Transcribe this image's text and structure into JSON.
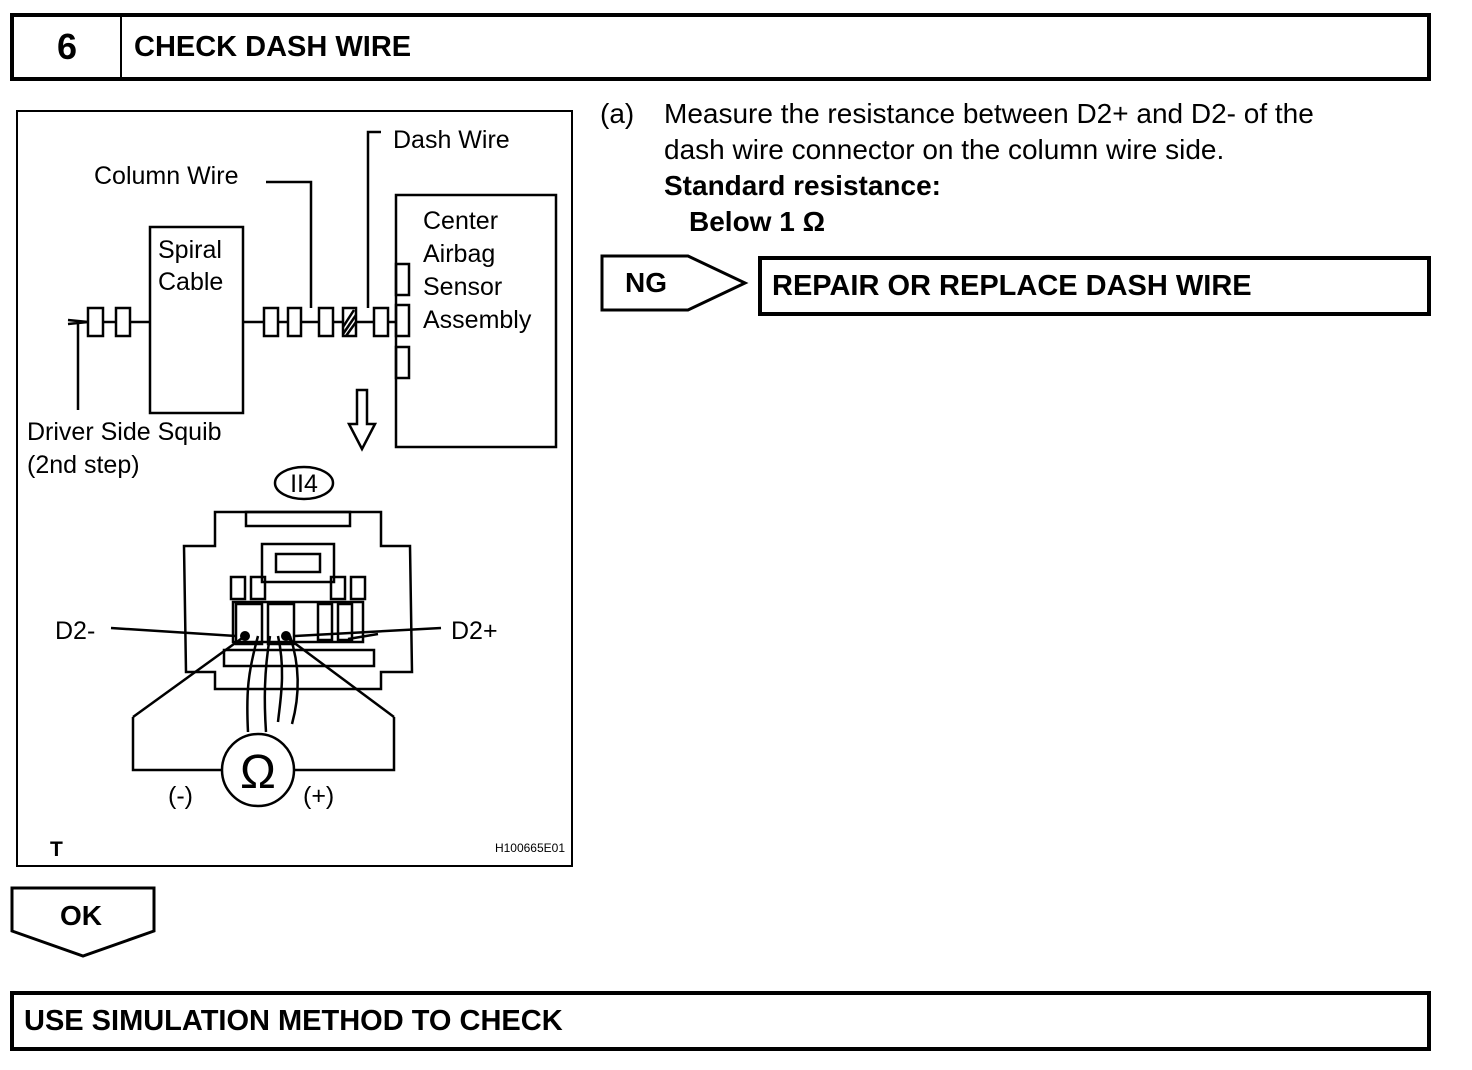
{
  "header": {
    "step_number": "6",
    "title": "CHECK DASH WIRE"
  },
  "figure": {
    "labels": {
      "dash_wire": "Dash Wire",
      "column_wire": "Column Wire",
      "spiral_cable_1": "Spiral",
      "spiral_cable_2": "Cable",
      "center_1": "Center",
      "center_2": "Airbag",
      "center_3": "Sensor",
      "center_4": "Assembly",
      "driver_squib_1": "Driver Side Squib",
      "driver_squib_2": "(2nd step)",
      "connector_id": "II4",
      "d2_minus": "D2-",
      "d2_plus": "D2+",
      "minus": "(-)",
      "plus": "(+)",
      "ohm": "Ω",
      "corner_t": "T",
      "figure_code": "H100665E01"
    }
  },
  "instructions": {
    "step_label": "(a)",
    "line1": "Measure the resistance between D2+ and D2- of the",
    "line2": "dash wire connector on the column wire side.",
    "std_label": "Standard resistance:",
    "std_value": "Below 1 Ω"
  },
  "ng_branch": {
    "label": "NG",
    "result": "REPAIR OR REPLACE DASH WIRE"
  },
  "ok_branch": {
    "label": "OK"
  },
  "final": {
    "text": "USE SIMULATION METHOD TO CHECK"
  }
}
